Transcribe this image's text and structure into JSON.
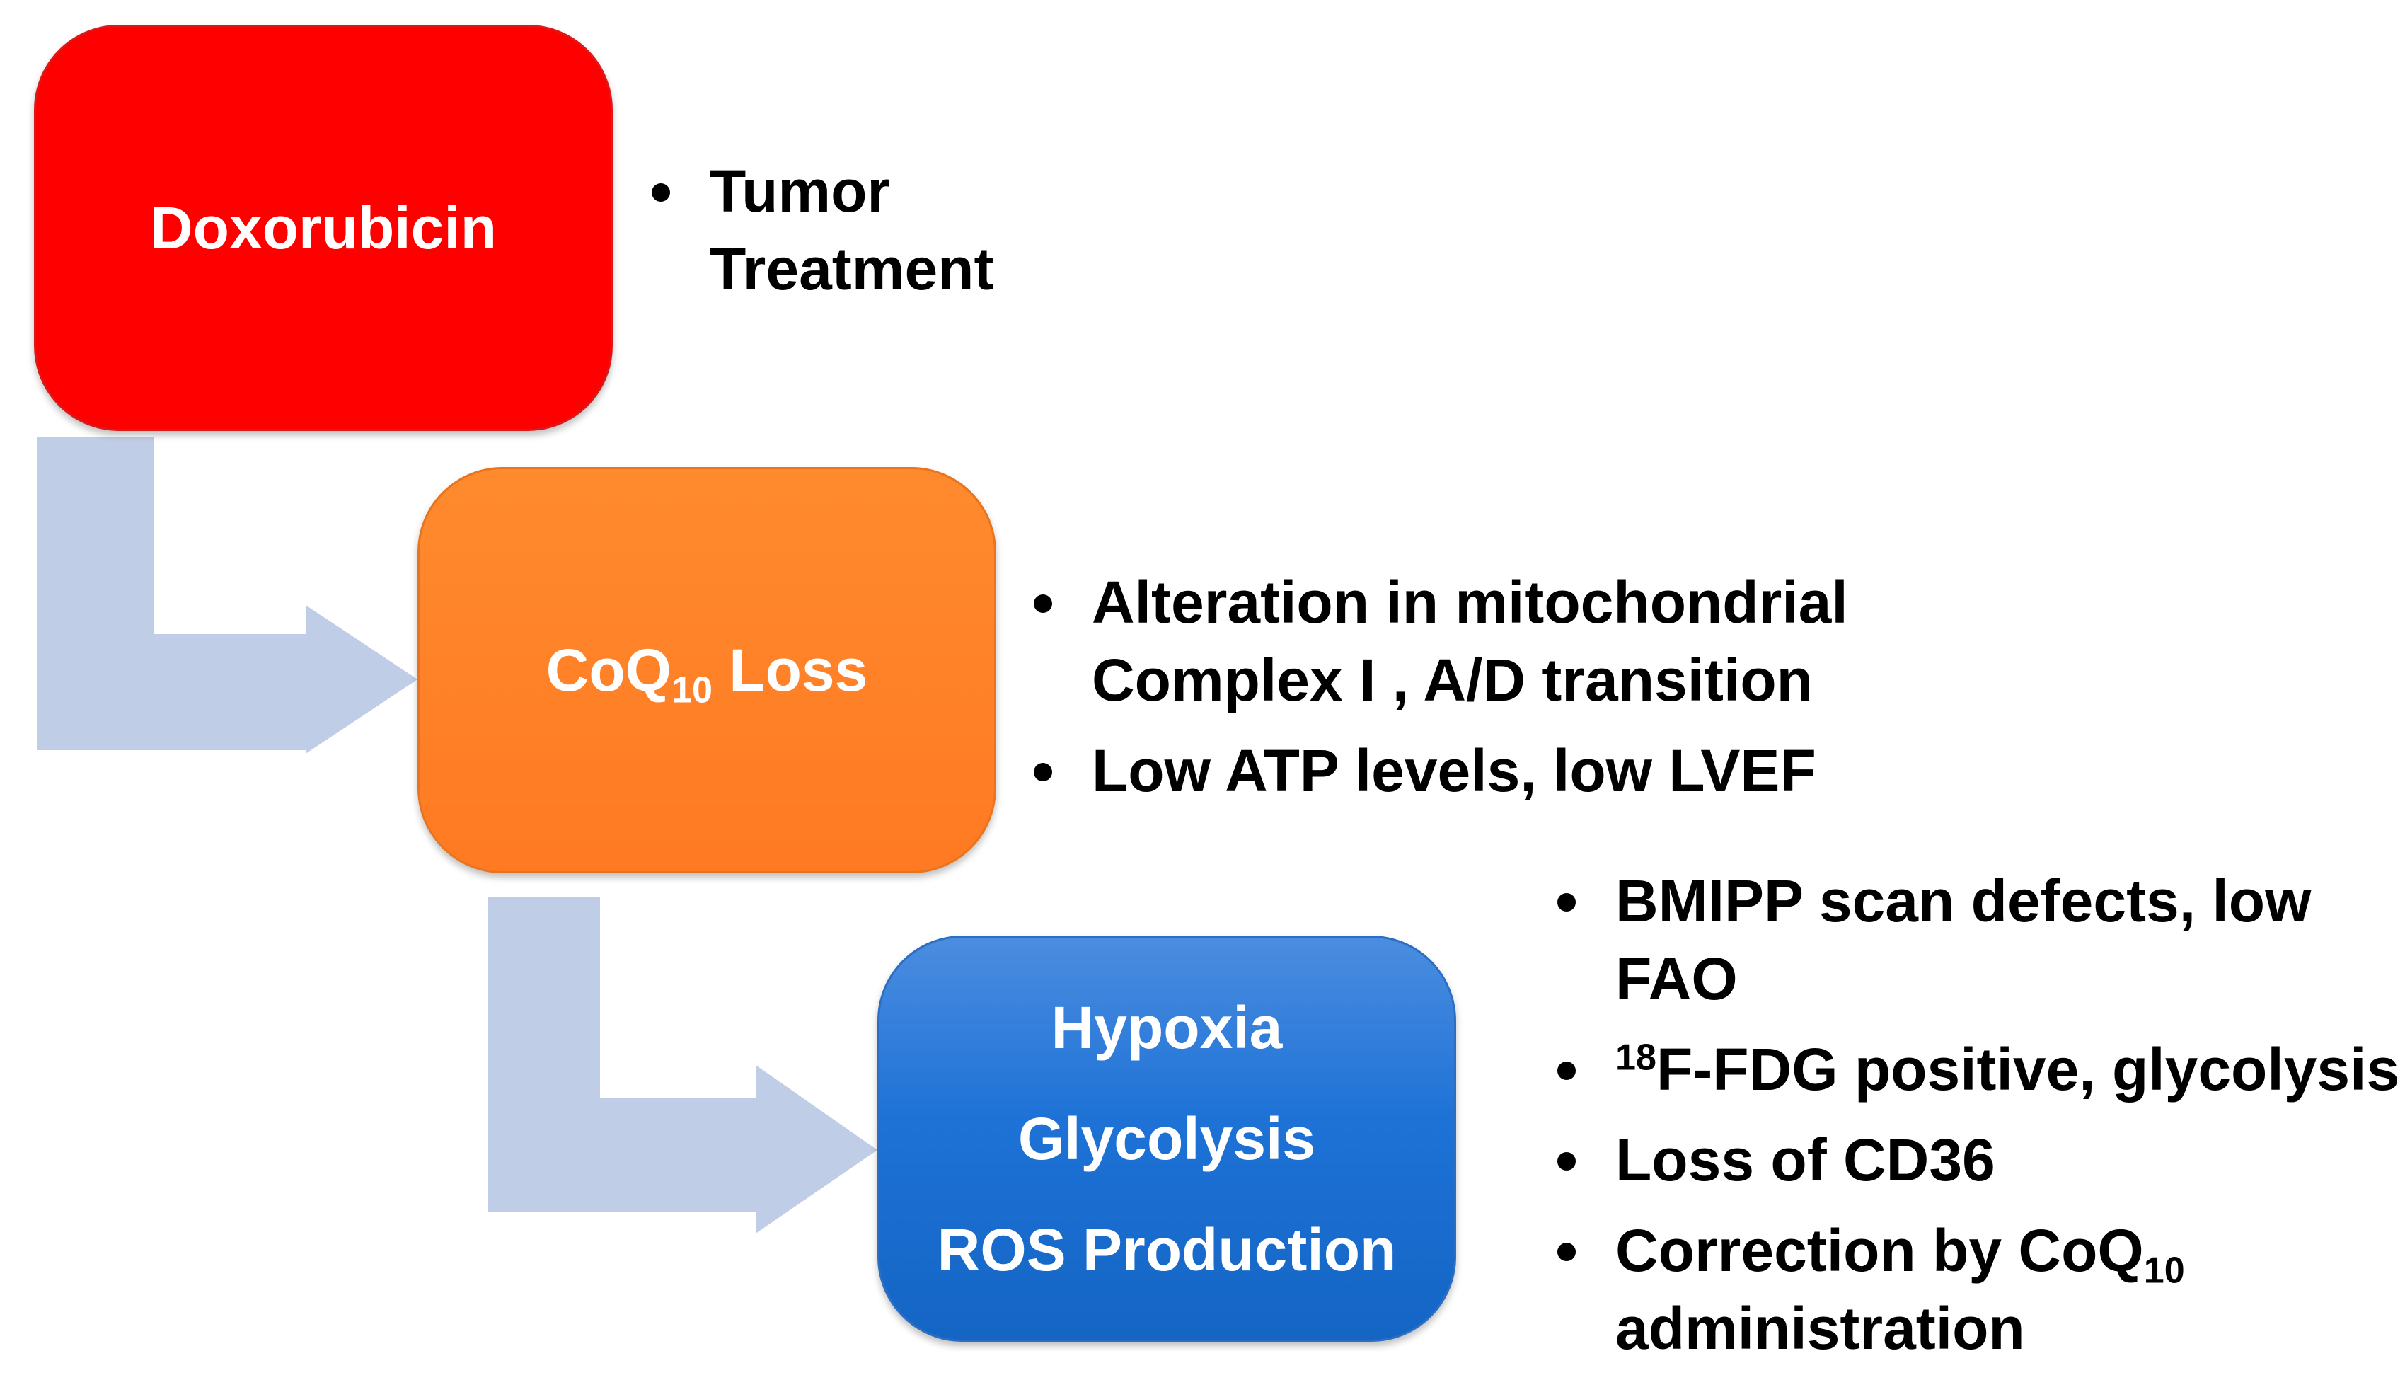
{
  "colors": {
    "arrow": "#c0cde6",
    "box1": "#ff0000",
    "box2": "#ff7f27",
    "box3": "#1e72d6"
  },
  "boxes": [
    {
      "label": "Doxorubicin"
    },
    {
      "label_pre": "CoQ",
      "label_sub": "10",
      "label_post": " Loss"
    },
    {
      "lines": [
        "Hypoxia",
        "Glycolysis",
        "ROS Production"
      ]
    }
  ],
  "notes1": {
    "items": [
      {
        "line1": "Tumor",
        "line2": "Treatment"
      }
    ]
  },
  "notes2": {
    "items": [
      {
        "line1": "Alteration in mitochondrial",
        "line2": "Complex I , A/D transition"
      },
      {
        "line1": "Low ATP levels, low LVEF"
      }
    ]
  },
  "notes3": {
    "items": [
      {
        "line1": "BMIPP scan defects, low",
        "line2": "FAO"
      },
      {
        "sup": "18",
        "text": "F-FDG positive, glycolysis"
      },
      {
        "line1": "Loss of CD36"
      },
      {
        "pre": "Correction by CoQ",
        "sub": "10",
        "line2": "administration"
      }
    ]
  }
}
